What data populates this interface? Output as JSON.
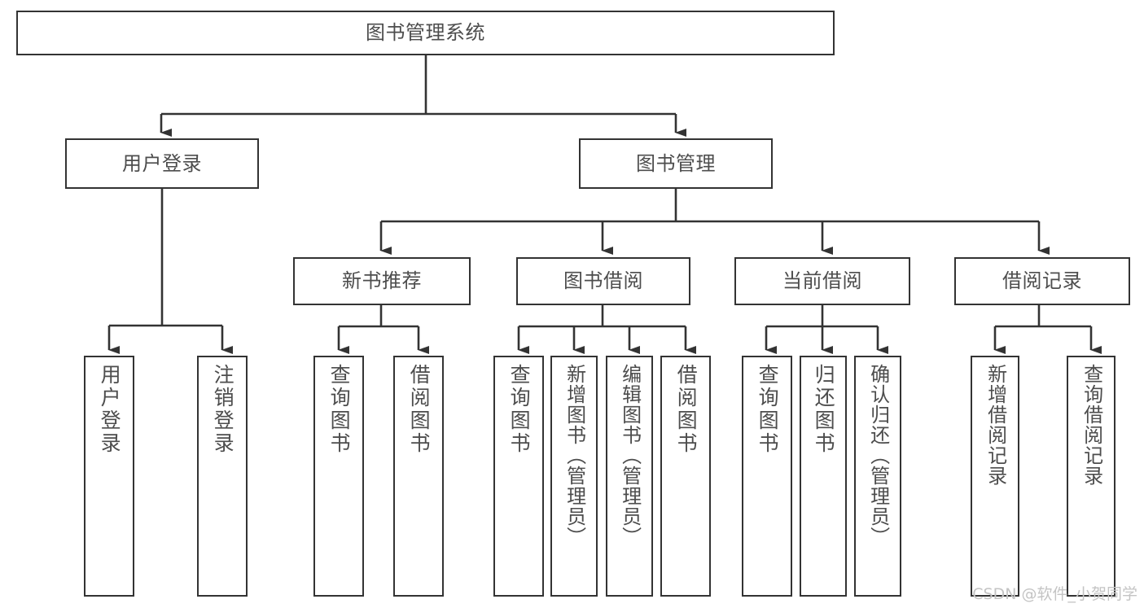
{
  "diagram": {
    "title": "图书管理系统",
    "type": "hierarchy-tree",
    "orientation": "top-down",
    "line_color": "#333333",
    "text_color": "#4d4d4d",
    "background": "#ffffff",
    "root": {
      "label": "图书管理系统"
    },
    "level2": [
      {
        "label": "用户登录"
      },
      {
        "label": "图书管理"
      }
    ],
    "level3": [
      {
        "label": "新书推荐"
      },
      {
        "label": "图书借阅"
      },
      {
        "label": "当前借阅"
      },
      {
        "label": "借阅记录"
      }
    ],
    "leaves": {
      "user_login": [
        {
          "label": "用户登录"
        },
        {
          "label": "注销登录"
        }
      ],
      "new_book_recommend": [
        {
          "label": "查询图书"
        },
        {
          "label": "借阅图书"
        }
      ],
      "book_borrow": [
        {
          "label": "查询图书"
        },
        {
          "label": "新增图书（管理员）"
        },
        {
          "label": "编辑图书（管理员）"
        },
        {
          "label": "借阅图书"
        }
      ],
      "current_borrow": [
        {
          "label": "查询图书"
        },
        {
          "label": "归还图书"
        },
        {
          "label": "确认归还（管理员）"
        }
      ],
      "borrow_record": [
        {
          "label": "新增借阅记录"
        },
        {
          "label": "查询借阅记录"
        }
      ]
    }
  },
  "watermark": {
    "text": "CSDN @软件_小贺同学"
  }
}
